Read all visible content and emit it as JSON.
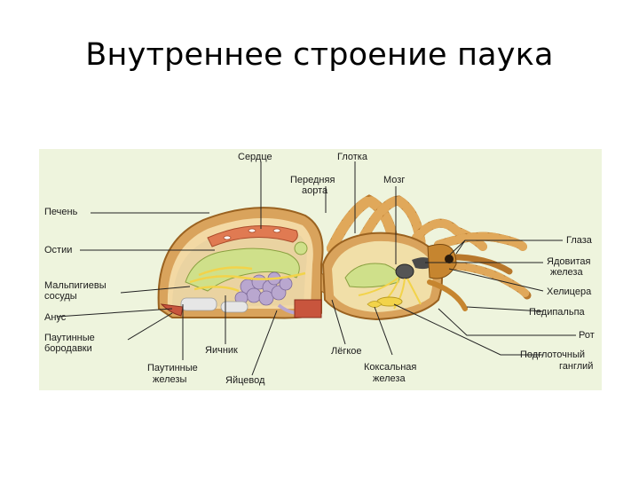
{
  "title": "Внутреннее строение паука",
  "colors": {
    "panel": "#eef4dd",
    "carapace": "#d9a35c",
    "muscle": "#c8553d",
    "gut": "#cfe08a",
    "ovary": "#b9a7cf",
    "nerve": "#f2d34a",
    "leg": "#c6852f"
  },
  "labels": {
    "heart": "Сердце",
    "pharynx": "Глотка",
    "front_aorta_1": "Передняя",
    "front_aorta_2": "аорта",
    "brain": "Мозг",
    "liver": "Печень",
    "ostia": "Остии",
    "malpighian_1": "Мальпигиевы",
    "malpighian_2": "сосуды",
    "anus": "Анус",
    "spinnerets_1": "Паутинные",
    "spinnerets_2": "бородавки",
    "silk_glands_1": "Паутинные",
    "silk_glands_2": "железы",
    "ovary": "Яичник",
    "oviduct": "Яйцевод",
    "lung": "Лёгкое",
    "coxal_1": "Коксальная",
    "coxal_2": "железа",
    "eyes": "Глаза",
    "venom_1": "Ядовитая",
    "venom_2": "железа",
    "chelicera": "Хелицера",
    "pedipalp": "Педипальпа",
    "mouth": "Рот",
    "subpharyngeal_1": "Подглоточный",
    "subpharyngeal_2": "ганглий"
  }
}
